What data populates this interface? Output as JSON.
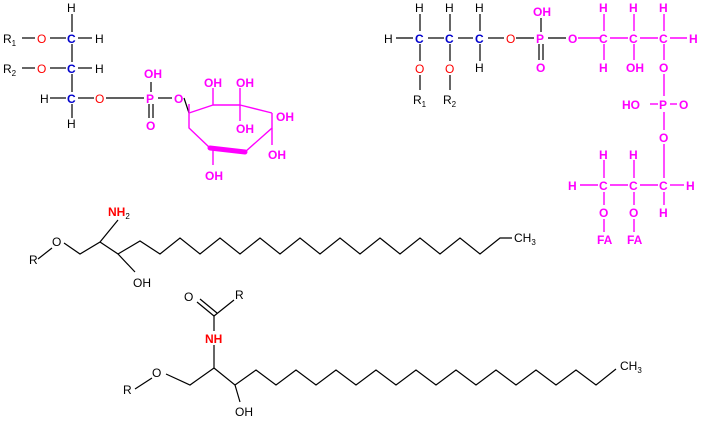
{
  "colors": {
    "black": "#000000",
    "red_oxygen": "#ff0000",
    "blue_carbon": "#0000cc",
    "magenta": "#ff00ff"
  },
  "labels": {
    "H": "H",
    "C": "C",
    "O": "O",
    "P": "P",
    "OH": "OH",
    "R1": "R",
    "R2": "R",
    "R": "R",
    "sub1": "1",
    "sub2": "2",
    "sub3": "3",
    "NH": "NH",
    "NH2_N": "NH",
    "CH": "CH",
    "FA": "FA",
    "HO": "HO"
  }
}
